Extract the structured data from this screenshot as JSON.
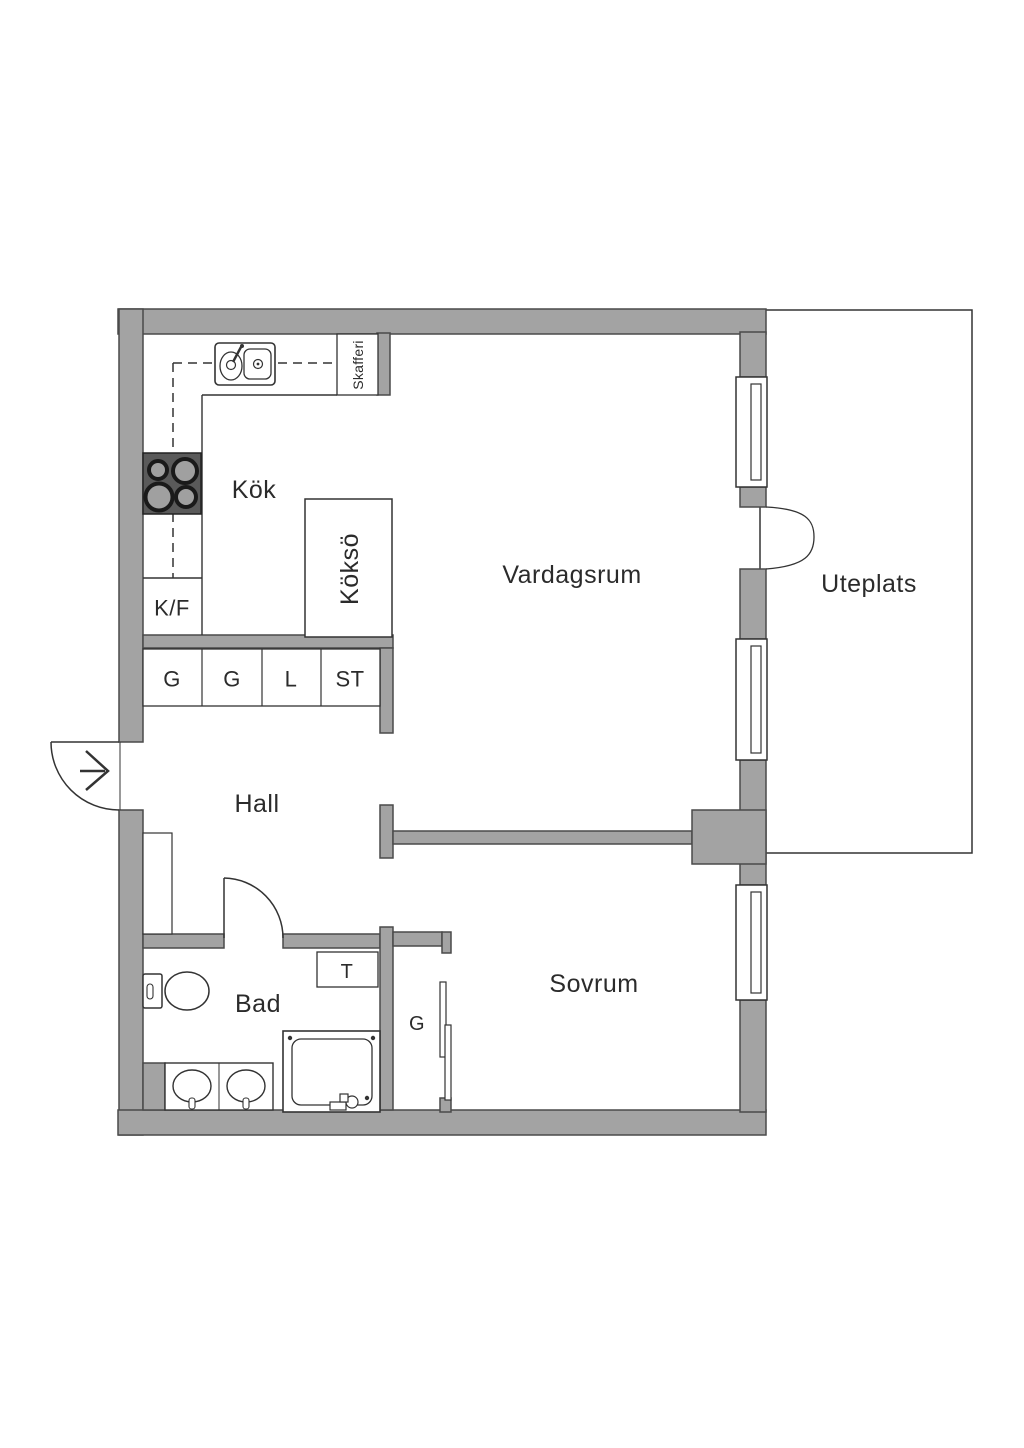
{
  "plan": {
    "type": "apartment-floor-plan",
    "language": "Swedish"
  },
  "colors": {
    "background": "#ffffff",
    "wall_fill": "#a3a3a3",
    "wall_stroke": "#4a4a4a",
    "line": "#333333",
    "text": "#2b2b2b",
    "stove_fill": "#5a5a5a",
    "burner_ring": "#1a1a1a",
    "burner_fill": "#a0a0a0"
  },
  "rooms": {
    "kitchen": {
      "label": "Kök"
    },
    "kitchen_island": {
      "label": "Köksö"
    },
    "pantry": {
      "label": "Skafferi"
    },
    "fridge_freezer": {
      "label": "K/F"
    },
    "living_room": {
      "label": "Vardagsrum"
    },
    "patio": {
      "label": "Uteplats"
    },
    "hall": {
      "label": "Hall"
    },
    "bathroom": {
      "label": "Bad"
    },
    "drying_cabinet": {
      "label": "T"
    },
    "bedroom": {
      "label": "Sovrum"
    },
    "bedroom_closet": {
      "label": "G"
    }
  },
  "closets": {
    "items": [
      {
        "label": "G"
      },
      {
        "label": "G"
      },
      {
        "label": "L"
      },
      {
        "label": "ST"
      }
    ]
  }
}
